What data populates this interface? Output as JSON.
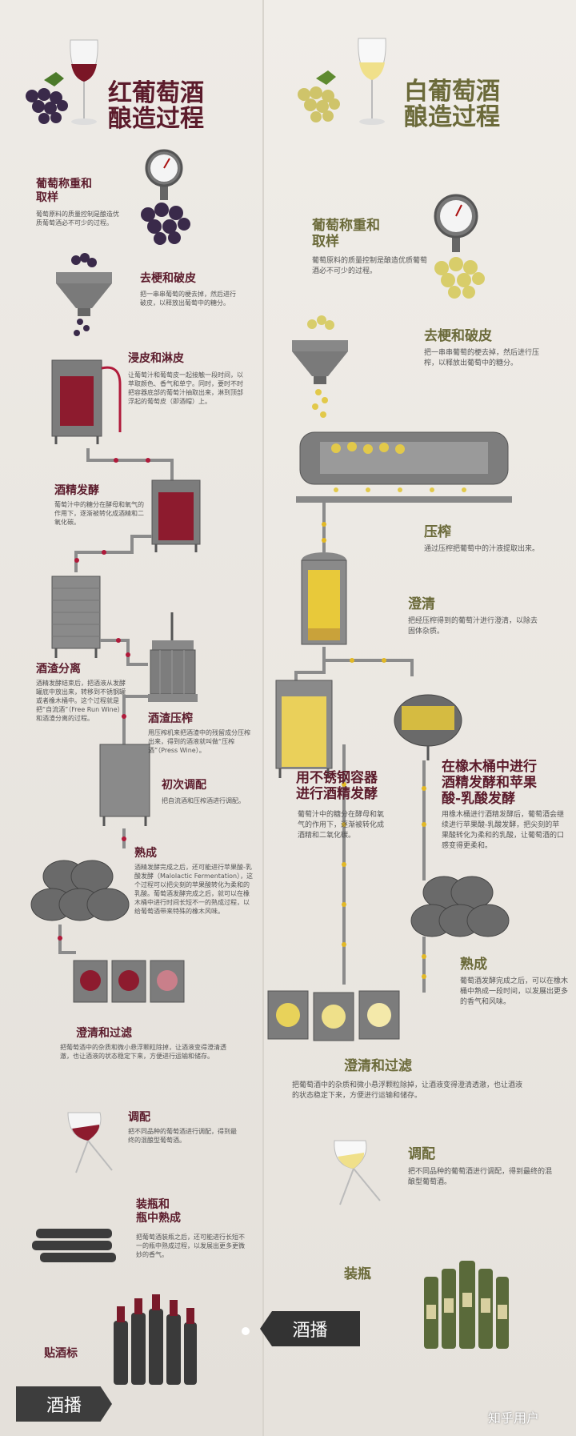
{
  "left": {
    "title_line1": "红葡萄酒",
    "title_line2": "酿造过程",
    "steps": [
      {
        "title": "葡萄称重和\n取样",
        "desc": "葡萄原料的质量控制是酿造优质葡萄酒必不可少的过程。"
      },
      {
        "title": "去梗和破皮",
        "desc": "把一串串葡萄的梗去掉，然后进行破皮，以释放出葡萄中的糖分。"
      },
      {
        "title": "浸皮和淋皮",
        "desc": "让葡萄汁和葡萄皮一起接触一段时间，以萃取颜色、香气和单宁。同时，要时不时把容器底部的葡萄汁抽取出来，淋到顶部浮起的葡萄皮（即酒帽）上。"
      },
      {
        "title": "酒精发酵",
        "desc": "葡萄汁中的糖分在酵母和氧气的作用下，逐渐被转化成酒精和二氧化碳。"
      },
      {
        "title": "酒渣分离",
        "desc": "酒精发酵结束后，把酒液从发酵罐底中放出来，转移到不锈钢罐或者橡木桶中。这个过程就是把“自流酒”（Free Run Wine）和酒渣分离的过程。"
      },
      {
        "title": "酒渣压榨",
        "desc": "用压榨机来把酒渣中的残留成分压榨出来，得到的酒液就叫做“压榨酒”（Press Wine）。"
      },
      {
        "title": "初次调配",
        "desc": "把自流酒和压榨酒进行调配。"
      },
      {
        "title": "熟成",
        "desc": "酒精发酵完成之后，还可能进行苹果酸-乳酸发酵（Malolactic Fermentation），这个过程可以把尖刻的苹果酸转化为柔和的乳酸。葡萄酒发酵完成之后，就可以在橡木桶中进行时间长短不一的熟成过程，以给葡萄酒带来特殊的橡木风味。"
      },
      {
        "title": "澄清和过滤",
        "desc": "把葡萄酒中的杂质和微小悬浮颗粒除掉，让酒液变得澄清透澈，也让酒液的状态稳定下来，方便进行运输和储存。"
      },
      {
        "title": "调配",
        "desc": "把不同品种的葡萄酒进行调配，得到最终的混酿型葡萄酒。"
      },
      {
        "title": "装瓶和\n瓶中熟成",
        "desc": "把葡萄酒装瓶之后，还可能进行长短不一的瓶中熟成过程，以发展出更多更微妙的香气。"
      },
      {
        "title": "贴酒标",
        "desc": ""
      }
    ],
    "banner": "酒播"
  },
  "right": {
    "title_line1": "白葡萄酒",
    "title_line2": "酿造过程",
    "steps": [
      {
        "title": "葡萄称重和\n取样",
        "desc": "葡萄原料的质量控制是酿造优质葡萄酒必不可少的过程。"
      },
      {
        "title": "去梗和破皮",
        "desc": "把一串串葡萄的梗去掉，然后进行压榨，以释放出葡萄中的糖分。"
      },
      {
        "title": "压榨",
        "desc": "通过压榨把葡萄中的汁液提取出来。"
      },
      {
        "title": "澄清",
        "desc": "把经压榨得到的葡萄汁进行澄清，以除去固体杂质。"
      },
      {
        "title": "用不锈钢容器\n进行酒精发酵",
        "desc": "葡萄汁中的糖分在酵母和氧气的作用下，逐渐被转化成酒精和二氧化碳。"
      },
      {
        "title": "在橡木桶中进行\n酒精发酵和苹果\n酸-乳酸发酵",
        "desc": "用橡木桶进行酒精发酵后，葡萄酒会继续进行苹果酸-乳酸发酵，把尖刻的苹果酸转化为柔和的乳酸，让葡萄酒的口感变得更柔和。"
      },
      {
        "title": "熟成",
        "desc": "葡萄酒发酵完成之后，可以在橡木桶中熟成一段时间，以发展出更多的香气和风味。"
      },
      {
        "title": "澄清和过滤",
        "desc": "把葡萄酒中的杂质和微小悬浮颗粒除掉，让酒液变得澄清透澈，也让酒液的状态稳定下来，方便进行运输和储存。"
      },
      {
        "title": "调配",
        "desc": "把不同品种的葡萄酒进行调配，得到最终的混酿型葡萄酒。"
      },
      {
        "title": "装瓶",
        "desc": ""
      }
    ],
    "banner": "酒播",
    "watermark": "知乎用户"
  },
  "colors": {
    "red_title": "#5b1b2b",
    "white_title": "#6b6a3a",
    "red_pipe": "#b01a3a",
    "yellow_pipe": "#e2b824",
    "metal": "#7a7a7a"
  }
}
